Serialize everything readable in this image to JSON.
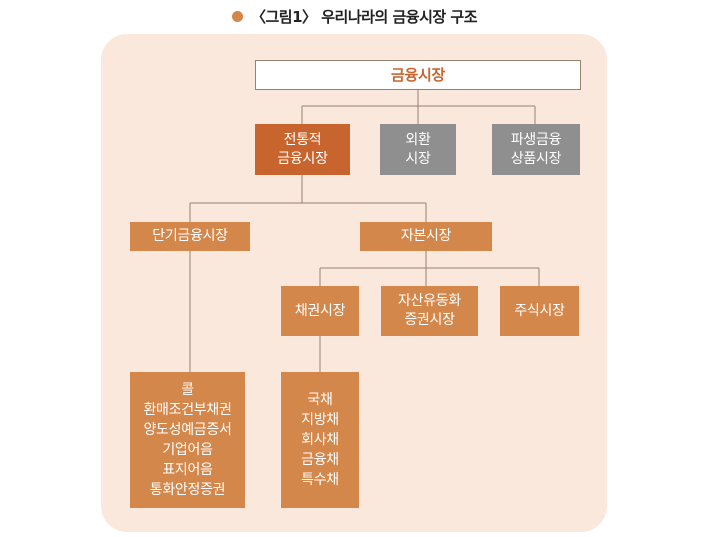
{
  "title": "〈그림1〉 우리나라의 금융시장 구조",
  "nodes": {
    "root": "금융시장",
    "traditional": "전통적\n금융시장",
    "forex": "외환\n시장",
    "derivatives": "파생금융\n상품시장",
    "short_term": "단기금융시장",
    "capital": "자본시장",
    "bond": "채권시장",
    "abs": "자산유동화\n증권시장",
    "stock": "주식시장",
    "short_term_items": "콜\n환매조건부채권\n양도성예금증서\n기업어음\n표지어음\n통화안정증권",
    "bond_items": "국채\n지방채\n회사채\n금융채\n특수채"
  },
  "colors": {
    "panel": "#fbe8dc",
    "traditional": "#c8652f",
    "grey": "#8f8f8f",
    "sub": "#d4874a",
    "line": "#9a8070"
  }
}
